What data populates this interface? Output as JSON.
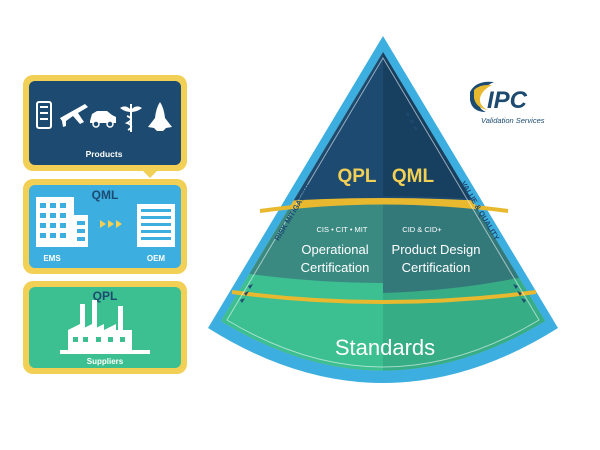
{
  "products_panel": {
    "label": "Products",
    "icons": [
      "phone-icon",
      "military-jet-icon",
      "car-icon",
      "medical-caduceus-icon",
      "space-shuttle-icon"
    ]
  },
  "qml_panel": {
    "title": "QML",
    "left_label": "EMS",
    "right_label": "OEM",
    "icons": [
      "ems-building-icon",
      "arrow-chevrons-icon",
      "oem-building-icon"
    ]
  },
  "qpl_panel": {
    "title": "QPL",
    "label": "Suppliers",
    "icons": [
      "factory-icon"
    ]
  },
  "pyramid": {
    "apex_left": "QPL",
    "apex_right": "QML",
    "left_side_label": "RISK MITIGATION",
    "right_side_label": "VALUE & QUALITY",
    "operational": {
      "small_label": "CIS • CIT • MIT",
      "line1": "Operational",
      "line2": "Certification"
    },
    "product_design": {
      "small_label": "CID & CID+",
      "line1": "Product Design",
      "line2": "Certification"
    },
    "base_label": "Standards"
  },
  "logo": {
    "brand": "IPC",
    "subtitle": "Validation Services"
  },
  "colors": {
    "light_blue": "#3daee0",
    "gold": "#e8b92f",
    "navy": "#1c4a70",
    "teal_dark": "#3a8a82",
    "green": "#3cbf91",
    "white": "#ffffff"
  }
}
